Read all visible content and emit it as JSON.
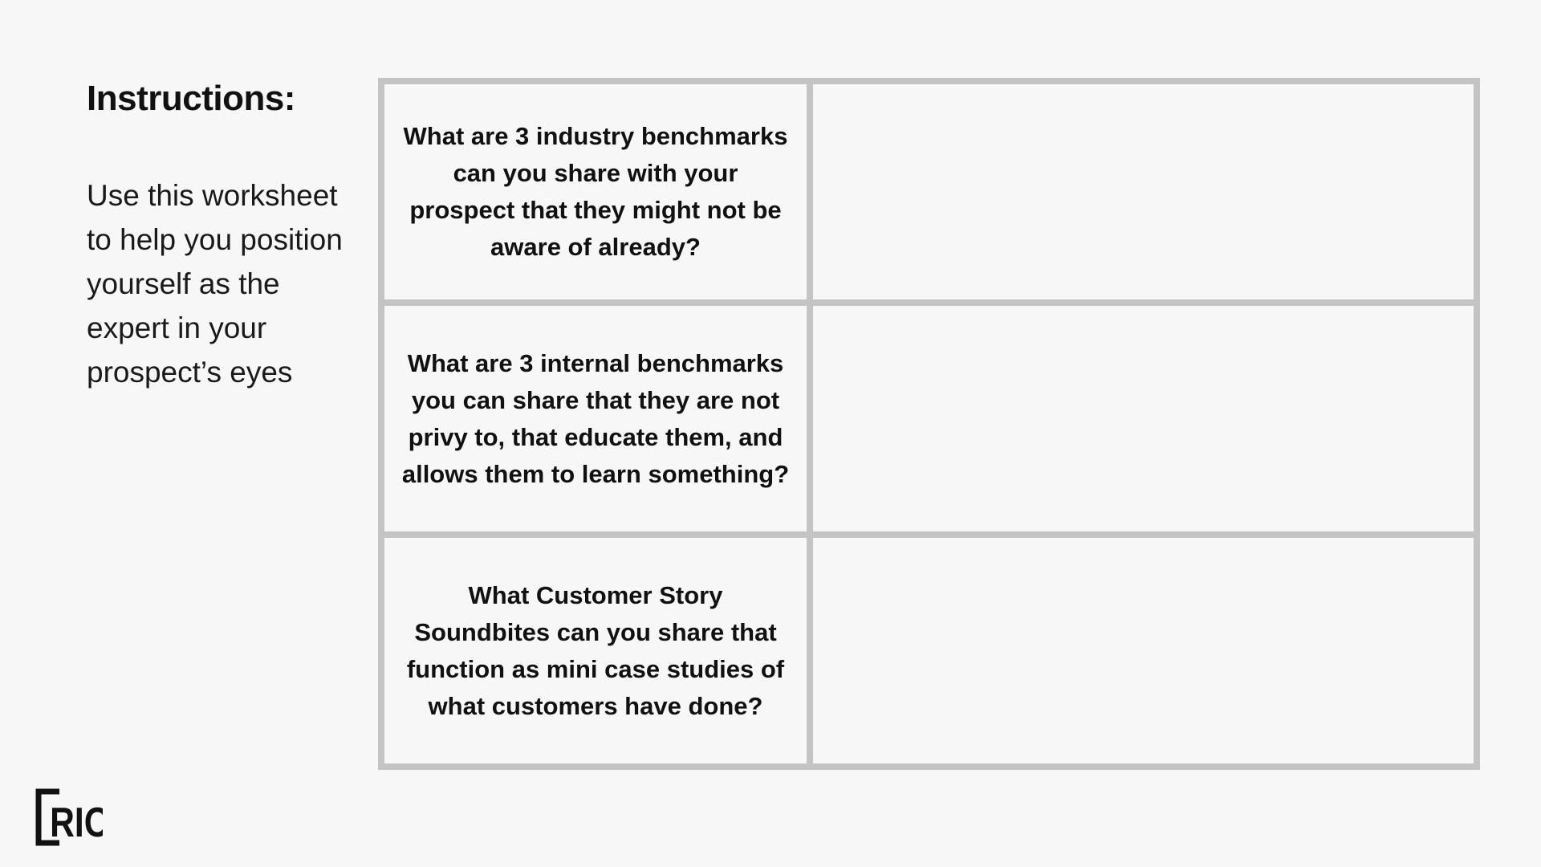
{
  "instructions": {
    "title": "Instructions:",
    "body": "Use this worksheet to help you position yourself as the expert in your prospect’s eyes"
  },
  "worksheet": {
    "rows": [
      {
        "question": "What are 3 industry benchmarks can you share with your prospect that they might not be aware of already?",
        "answer": ""
      },
      {
        "question": "What are 3 internal benchmarks you can share that they are not privy to, that educate them, and allows them to learn something?",
        "answer": ""
      },
      {
        "question": "What Customer Story Soundbites can you share that function as mini case studies of what customers have done?",
        "answer": ""
      }
    ]
  },
  "logo": {
    "text": "RIO"
  },
  "colors": {
    "background": "#f7f7f7",
    "grid_border": "#c4c4c4",
    "text": "#111111"
  }
}
